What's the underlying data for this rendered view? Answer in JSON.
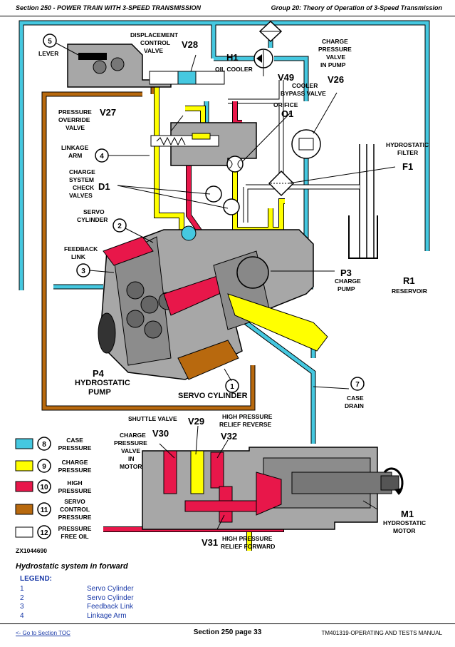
{
  "header": {
    "left": "Section 250 - POWER TRAIN WITH 3-SPEED TRANSMISSION",
    "right": "Group 20: Theory of Operation of 3-Speed Transmission"
  },
  "colors": {
    "case": "#45c8e0",
    "charge": "#ffff00",
    "high": "#e8174a",
    "servo": "#b8690e",
    "free": "#ffffff",
    "housing": "#a7a7a7"
  },
  "labels": {
    "lever_num": "5",
    "lever": "LEVER",
    "disp1": "DISPLACEMENT",
    "disp2": "CONTROL",
    "disp3": "VALVE",
    "v28": "V28",
    "h1": "H1",
    "oil_cooler": "OIL COOLER",
    "cp1": "CHARGE",
    "cp2": "PRESSURE",
    "cp3": "VALVE",
    "cp4": "IN PUMP",
    "v49": "V49",
    "v26": "V26",
    "cbv1": "COOLER",
    "cbv2": "BYPASS VALVE",
    "orifice": "ORIFICE",
    "o1": "O1",
    "po1": "PRESSURE",
    "po2": "OVERRIDE",
    "po3": "VALVE",
    "v27": "V27",
    "la1": "LINKAGE",
    "la2": "ARM",
    "la_num": "4",
    "hf1": "HYDROSTATIC",
    "hf2": "FILTER",
    "f1": "F1",
    "cs1": "CHARGE",
    "cs2": "SYSTEM",
    "cs3": "CHECK",
    "cs4": "VALVES",
    "d1": "D1",
    "sc1": "SERVO",
    "sc2": "CYLINDER",
    "sc_num": "2",
    "fl1": "FEEDBACK",
    "fl2": "LINK",
    "fl_num": "3",
    "p3": "P3",
    "chp1": "CHARGE",
    "chp2": "PUMP",
    "r1": "R1",
    "reservoir": "RESERVOIR",
    "p4": "P4",
    "hp1": "HYDROSTATIC",
    "hp2": "PUMP",
    "scb_num": "1",
    "servo_cyl": "SERVO CYLINDER",
    "cd_num": "7",
    "cd1": "CASE",
    "cd2": "DRAIN",
    "shuttle": "SHUTTLE VALVE",
    "v29": "V29",
    "hprr1": "HIGH PRESSURE",
    "hprr2": "RELIEF REVERSE",
    "v30": "V30",
    "v32": "V32",
    "cpm1": "CHARGE",
    "cpm2": "PRESSURE",
    "cpm3": "VALVE",
    "cpm4": "IN",
    "cpm5": "MOTOR",
    "v31": "V31",
    "hprf1": "HIGH PRESSURE",
    "hprf2": "RELIEF FORWARD",
    "m1": "M1",
    "hm1": "HYDROSTATIC",
    "hm2": "MOTOR",
    "fig_id": "ZX1044690"
  },
  "key": [
    {
      "num": "8",
      "line1": "CASE",
      "line2": "PRESSURE"
    },
    {
      "num": "9",
      "line1": "CHARGE",
      "line2": "PRESSURE"
    },
    {
      "num": "10",
      "line1": "HIGH",
      "line2": "PRESSURE"
    },
    {
      "num": "11",
      "line1": "SERVO",
      "line2": "CONTROL",
      "line3": "PRESSURE"
    },
    {
      "num": "12",
      "line1": "PRESSURE",
      "line2": "FREE OIL"
    }
  ],
  "caption": "Hydrostatic system in forward",
  "legend": {
    "title": "LEGEND:",
    "items": [
      {
        "num": "1",
        "text": "Servo Cylinder"
      },
      {
        "num": "2",
        "text": "Servo Cylinder"
      },
      {
        "num": "3",
        "text": "Feedback Link"
      },
      {
        "num": "4",
        "text": "Linkage Arm"
      }
    ]
  },
  "footer": {
    "toc": "<- Go to Section TOC",
    "page": "Section 250 page 33",
    "manual": "TM401319-OPERATING AND TESTS MANUAL"
  }
}
